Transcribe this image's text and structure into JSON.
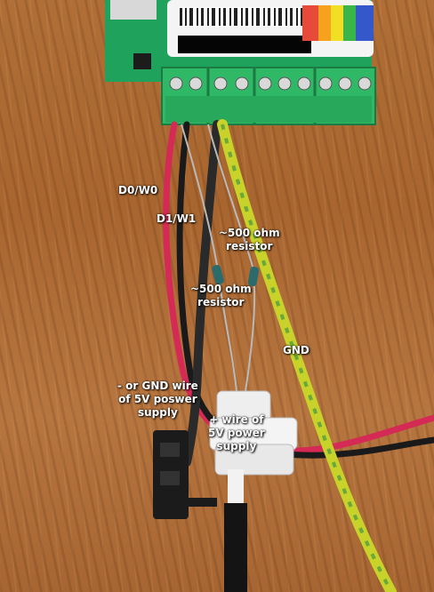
{
  "annotations": {
    "d0_w0": "D0/W0",
    "d1_w1": "D1/W1",
    "resistor_1": "~500 ohm\nresistor",
    "resistor_2": "~500 ohm\nresistor",
    "gnd": "GND",
    "negative_wire": "- or GND wire\nof 5V poswer\nsupply",
    "positive_wire": "+ wire of\n5V power\nsupply"
  },
  "colors": {
    "board_green": "#1fa35c",
    "terminal_green": "#2fb866",
    "red_wire": "#d42a55",
    "black_wire": "#1a1a1a",
    "gnd_yellow": "#c9d22a",
    "gnd_green": "#6aa83a"
  }
}
